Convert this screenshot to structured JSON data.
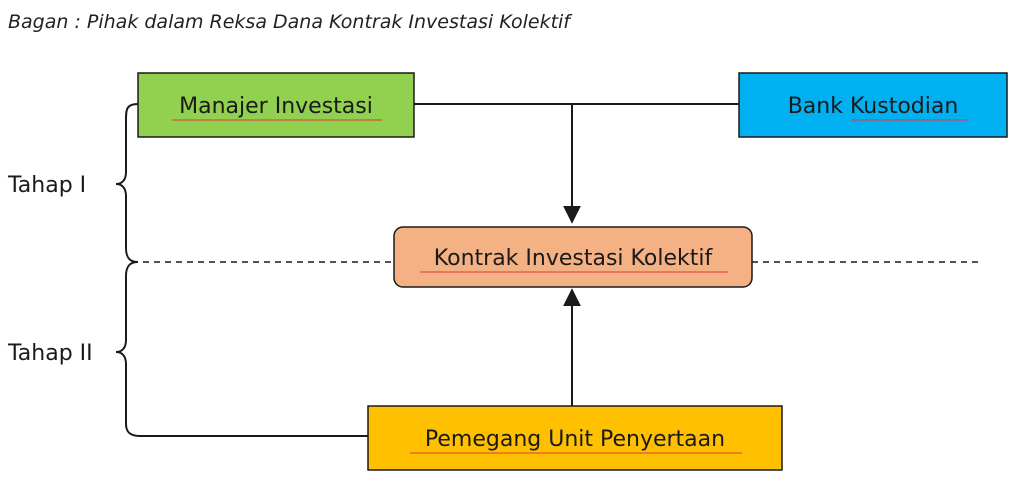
{
  "title": "Bagan : Pihak dalam Reksa Dana Kontrak Investasi Kolektif",
  "nodes": {
    "manajer": {
      "label": "Manajer Investasi",
      "color": "#92d050"
    },
    "bank": {
      "label": "Bank Kustodian",
      "color": "#00b0f0"
    },
    "kontrak": {
      "label": "Kontrak Investasi Kolektif",
      "color": "#f4b183"
    },
    "pemegang": {
      "label": "Pemegang Unit Penyertaan",
      "color": "#ffc000"
    }
  },
  "stages": {
    "tahap1": "Tahap I",
    "tahap2": "Tahap II"
  },
  "edges": [
    {
      "from": "manajer",
      "to": "kontrak"
    },
    {
      "from": "bank",
      "to": "kontrak"
    },
    {
      "from": "pemegang",
      "to": "kontrak"
    }
  ]
}
